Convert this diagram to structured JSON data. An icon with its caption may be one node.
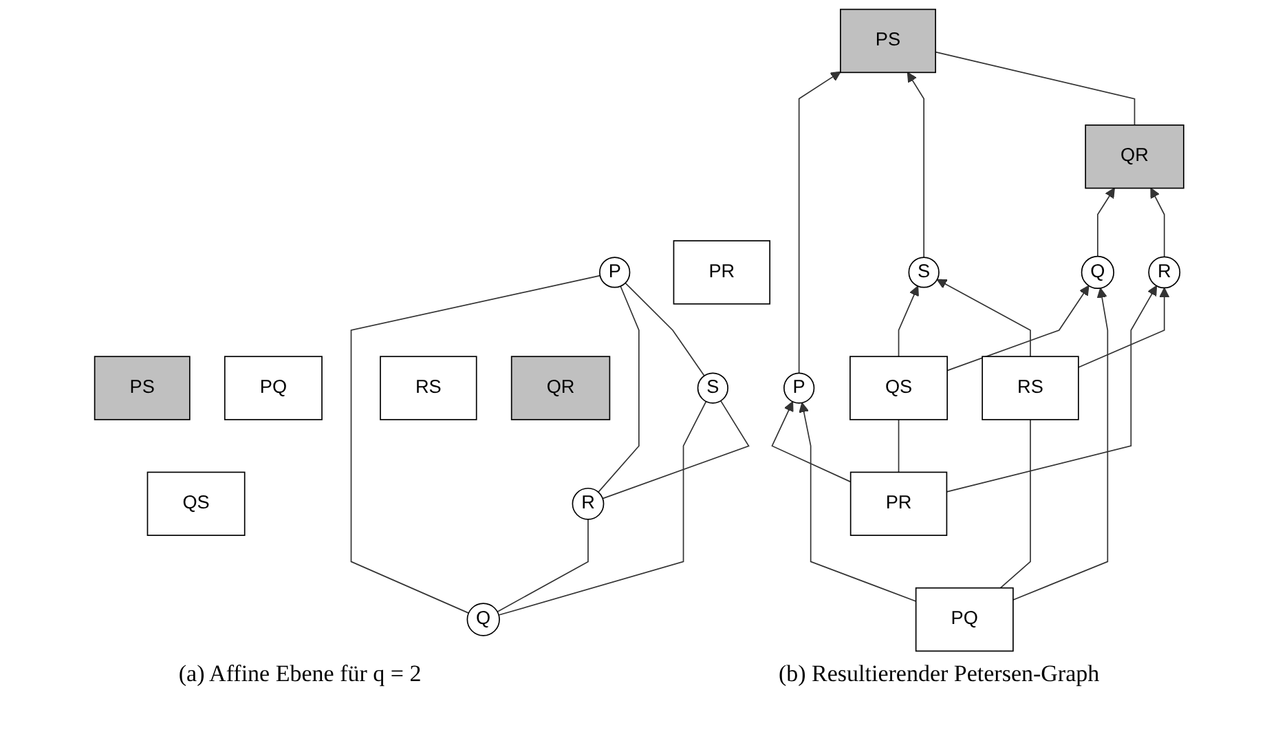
{
  "diagram": {
    "nodes": [
      {
        "text": [
          "P"
        ]
      },
      {
        "text": [
          "PS"
        ]
      },
      {
        "text": [
          "PQ"
        ]
      },
      {
        "text": [
          "PR"
        ]
      },
      {
        "text": [
          "QS"
        ]
      },
      {
        "text": [
          "S"
        ]
      },
      {
        "text": [
          "RS"
        ]
      },
      {
        "text": [
          "Q"
        ]
      },
      {
        "text": [
          "R"
        ]
      },
      {
        "text": [
          "QR"
        ]
      },
      {
        "text": [
          "PS"
        ]
      },
      {
        "text": [
          "QR"
        ]
      },
      {
        "text": [
          "P"
        ]
      },
      {
        "text": [
          "S"
        ]
      },
      {
        "text": [
          "PR"
        ]
      },
      {
        "text": [
          "QS"
        ]
      },
      {
        "text": [
          "Q"
        ]
      },
      {
        "text": [
          "R"
        ]
      },
      {
        "text": [
          "PQ"
        ]
      },
      {
        "text": [
          "RS"
        ]
      }
    ],
    "edges": [
      {
        "from": 7,
        "to": 0,
        "arrow": "none"
      },
      {
        "from": 8,
        "to": 0,
        "arrow": "none"
      },
      {
        "from": 5,
        "to": 0,
        "arrow": "none"
      },
      {
        "from": 7,
        "to": 5,
        "arrow": "none"
      },
      {
        "from": 8,
        "to": 5,
        "arrow": "none"
      },
      {
        "from": 7,
        "to": 8,
        "arrow": "none"
      },
      {
        "from": 12,
        "to": 10,
        "arrow": "to"
      },
      {
        "from": 13,
        "to": 10,
        "arrow": "to"
      },
      {
        "from": 11,
        "to": 10,
        "arrow": "none"
      },
      {
        "from": 14,
        "to": 12,
        "arrow": "to"
      },
      {
        "from": 14,
        "to": 15,
        "arrow": "none"
      },
      {
        "from": 15,
        "to": 13,
        "arrow": "to"
      },
      {
        "from": 14,
        "to": 17,
        "arrow": "to"
      },
      {
        "from": 15,
        "to": 16,
        "arrow": "to"
      },
      {
        "from": 16,
        "to": 11,
        "arrow": "to"
      },
      {
        "from": 17,
        "to": 11,
        "arrow": "to"
      },
      {
        "from": 18,
        "to": 12,
        "arrow": "to"
      },
      {
        "from": 18,
        "to": 16,
        "arrow": "to"
      },
      {
        "from": 18,
        "to": 19,
        "arrow": "none"
      },
      {
        "from": 19,
        "to": 17,
        "arrow": "to"
      },
      {
        "from": 19,
        "to": 13,
        "arrow": "to"
      }
    ],
    "labels": [
      "(a) Affine Ebene für q = 2",
      "(b) Resultierender Petersen-Graph"
    ]
  }
}
